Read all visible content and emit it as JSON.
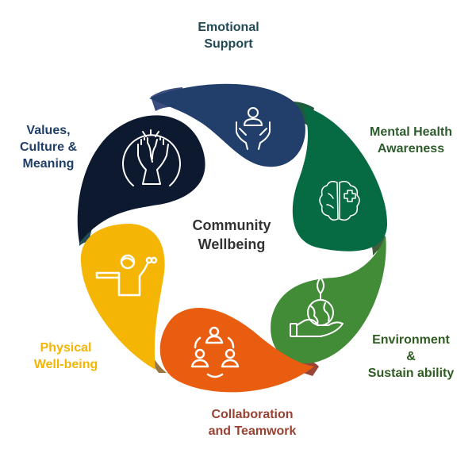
{
  "center": {
    "title_line1": "Community",
    "title_line2": "Wellbeing",
    "color": "#333333"
  },
  "segments": [
    {
      "id": "emotional-support",
      "label_line1": "Emotional",
      "label_line2": "Support",
      "icon": "hands-holding-person-icon",
      "fill": "#223F6B",
      "label_color": "#214A56"
    },
    {
      "id": "mental-health-awareness",
      "label_line1": "Mental Health",
      "label_line2": "Awareness",
      "icon": "brain-plus-icon",
      "fill": "#066B42",
      "label_color": "#2F5C2C"
    },
    {
      "id": "environment-sustainability",
      "label_line1": "Environment",
      "label_line2": "&",
      "label_line3": "Sustain ability",
      "icon": "hand-holding-globe-plant-icon",
      "fill": "#428C38",
      "label_color": "#2F5C22"
    },
    {
      "id": "collaboration-teamwork",
      "label_line1": "Collaboration",
      "label_line2": "and Teamwork",
      "icon": "team-circle-icon",
      "fill": "#E95D10",
      "label_color": "#994232"
    },
    {
      "id": "physical-wellbeing",
      "label_line1": "Physical",
      "label_line2": "Well-being",
      "icon": "person-lifting-dumbbell-icon",
      "fill": "#F5B505",
      "label_color": "#F5B505"
    },
    {
      "id": "values-culture-meaning",
      "label_line1": "Values,",
      "label_line2": "Culture &",
      "label_line3": "Meaning",
      "icon": "high-five-icon",
      "fill": "#0D192E",
      "label_color": "#1F3F6B"
    }
  ]
}
